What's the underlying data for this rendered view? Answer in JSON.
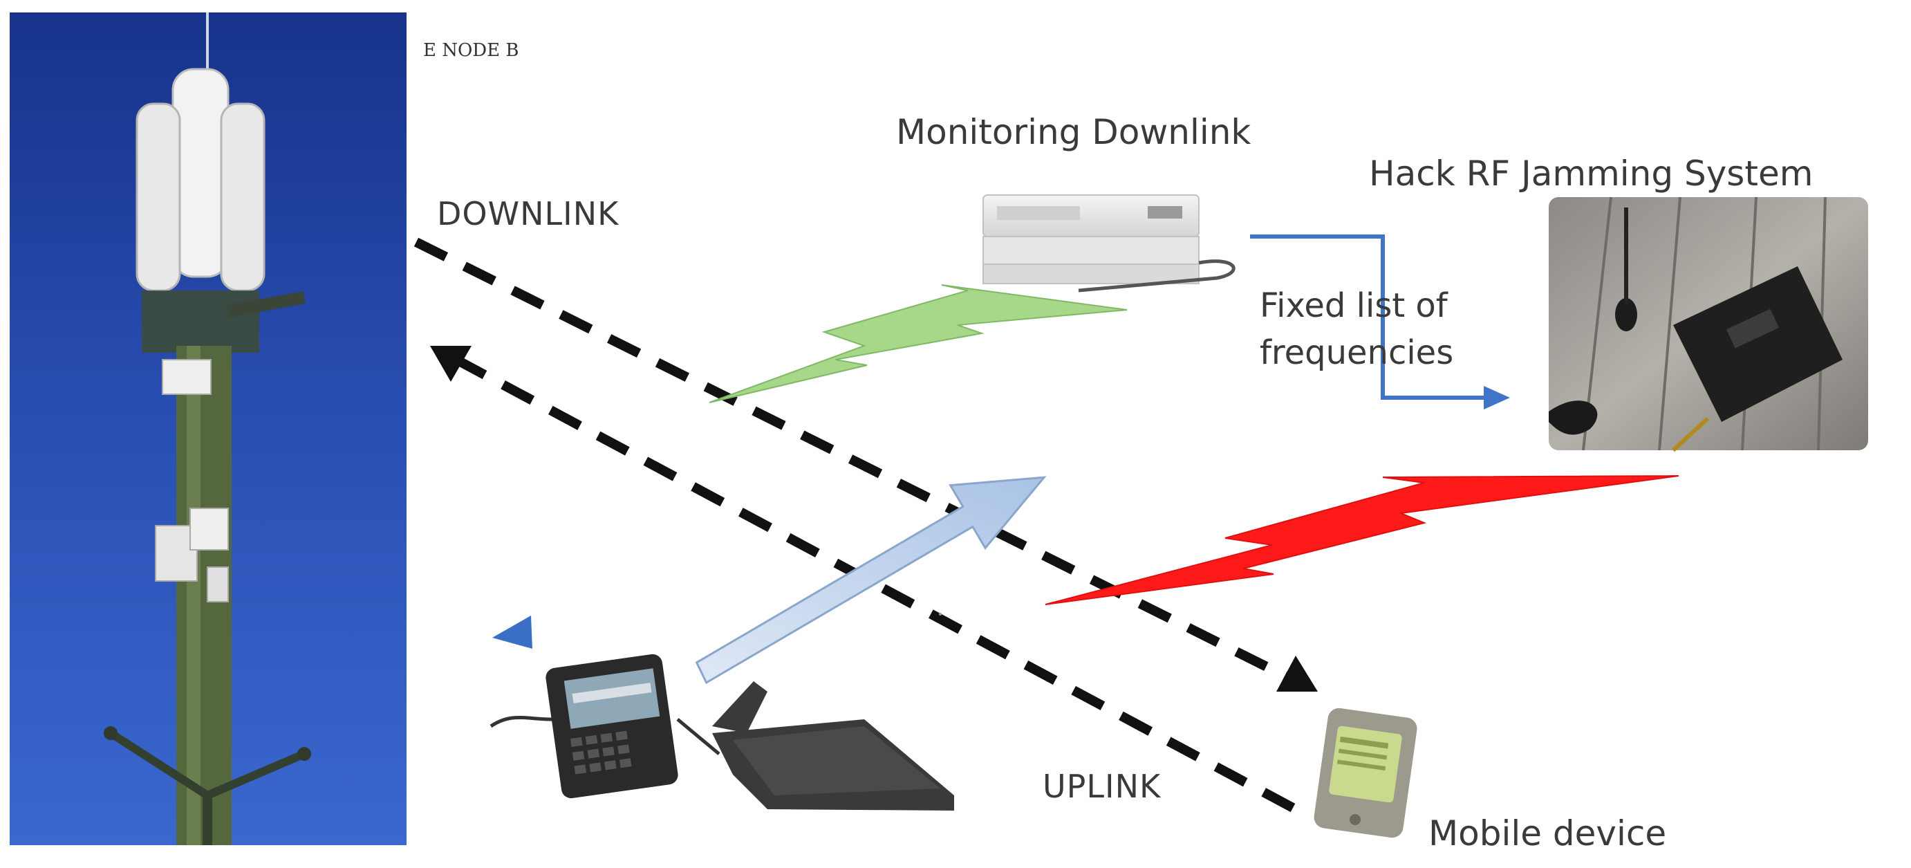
{
  "diagram": {
    "labels": {
      "enodeb": "E NODE B",
      "downlink": "DOWNLINK",
      "monitoring": "Monitoring Downlink",
      "hackrf": "Hack RF Jamming System",
      "fixed_list_line1": "Fixed list of",
      "fixed_list_line2": "frequencies",
      "uplink": "UPLINK",
      "mobile": "Mobile device"
    },
    "colors": {
      "sky": "#1f3f9c",
      "sky_light": "#3a63c8",
      "green_bolt": "#a7d88a",
      "red_bolt": "#ff1a1a",
      "blue_arrow": "#c9d8ee",
      "connector": "#3f74c9",
      "dashed": "#111111"
    }
  }
}
